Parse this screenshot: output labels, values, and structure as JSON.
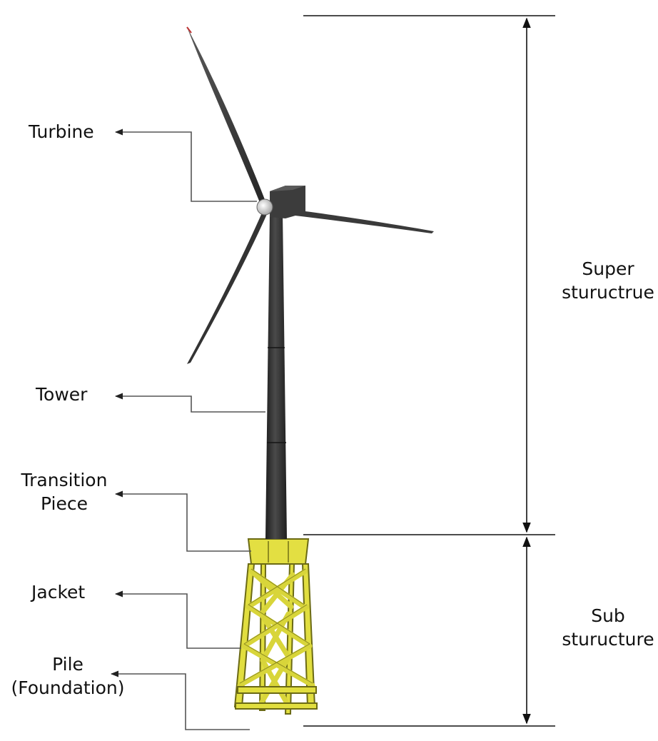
{
  "labels": {
    "turbine": "Turbine",
    "tower": "Tower",
    "transition_line1": "Transition",
    "transition_line2": "Piece",
    "jacket": "Jacket",
    "pile_line1": "Pile",
    "pile_line2": "(Foundation)"
  },
  "dimensions": {
    "super_line1": "Super",
    "super_line2": "stuructrue",
    "sub_line1": "Sub",
    "sub_line2": "sturucture"
  },
  "colors": {
    "tower": "#2f2f2f",
    "jacket": "#e1de3f",
    "jacket_edge": "#6b6a15",
    "leader": "#333333"
  }
}
